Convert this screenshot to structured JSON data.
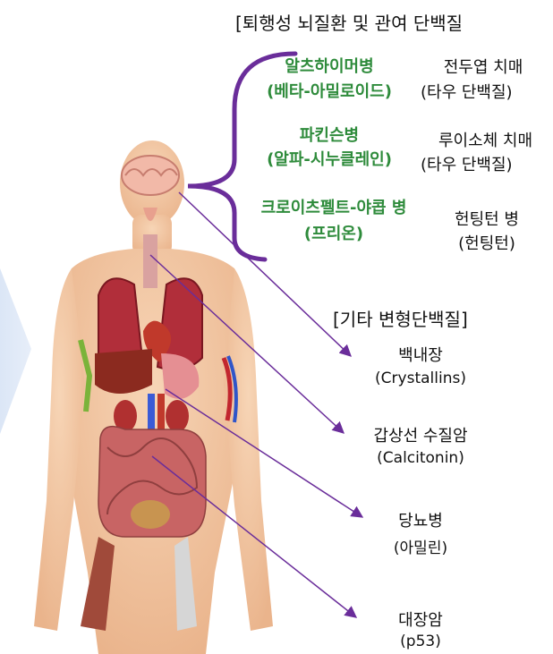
{
  "neuro": {
    "header": "[퇴행성 뇌질환 및 관여 단백질",
    "items": [
      {
        "disease_line1": "알츠하이머병",
        "disease_line2": "(베타-아밀로이드)",
        "desc_line1": "전두엽 치매",
        "desc_line2": "(타우 단백질)"
      },
      {
        "disease_line1": "파킨슨병",
        "disease_line2": "(알파-시누클레인)",
        "desc_line1": "루이소체 치매",
        "desc_line2": "(타우 단백질)"
      },
      {
        "disease_line1": "크로이츠펠트-야콥 병",
        "disease_line2": "(프리온)",
        "desc_line1": "헌팅턴 병",
        "desc_line2": "(헌팅턴)"
      }
    ]
  },
  "other": {
    "header": "[기타 변형단백질]",
    "items": [
      {
        "name": "백내장",
        "protein": "(Crystallins)"
      },
      {
        "name": "갑상선 수질암",
        "protein": "(Calcitonin)"
      },
      {
        "name": "당뇨병",
        "protein": "(아밀린)"
      },
      {
        "name": "대장암",
        "protein": "(p53)"
      }
    ]
  },
  "colors": {
    "disease_green": "#2e8b3b",
    "bracket_purple": "#6a2d9a",
    "arrow_purple": "#6a2d9a",
    "skin": "#f3c8a5"
  }
}
